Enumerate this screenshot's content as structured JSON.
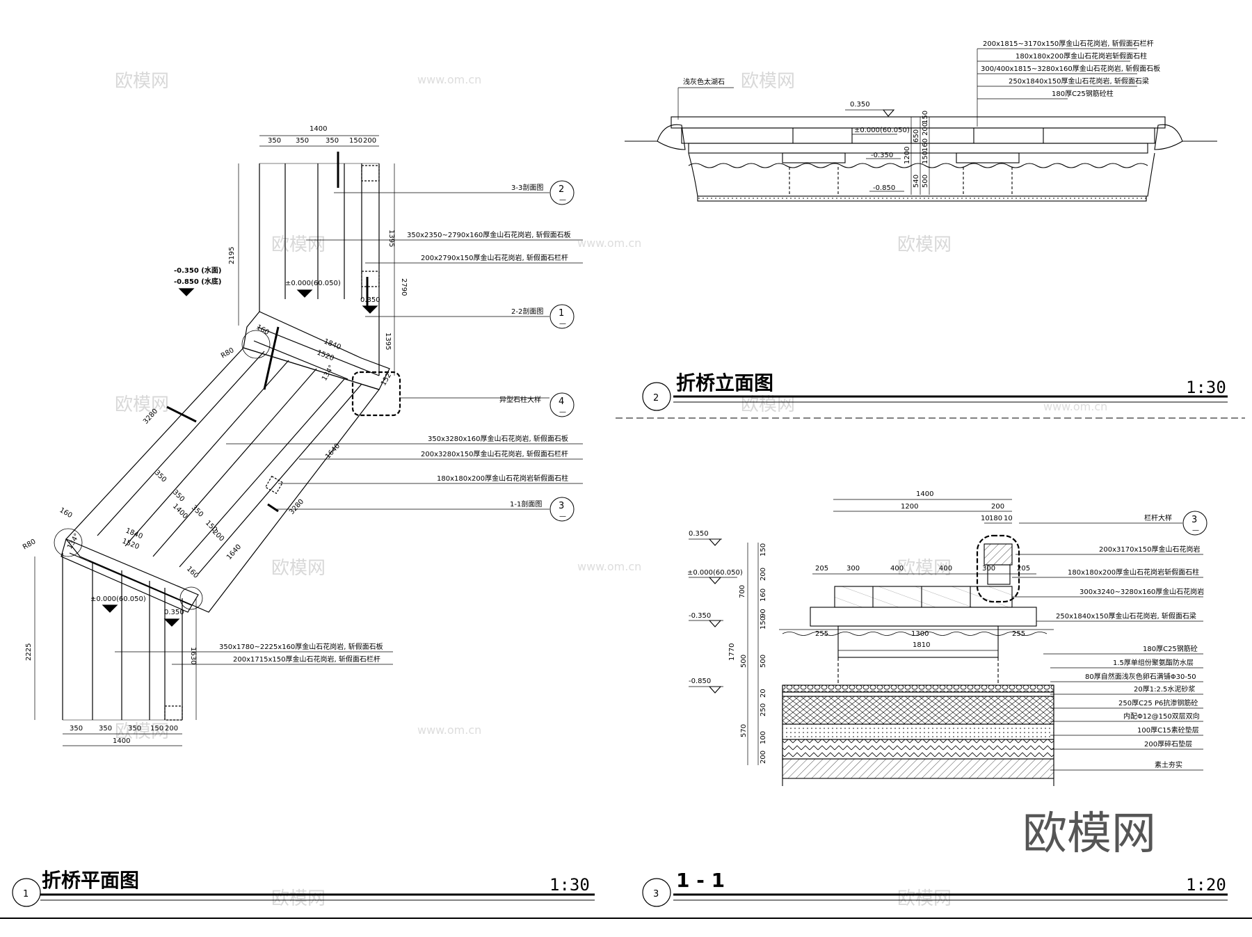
{
  "watermark": {
    "brand": "欧模网",
    "url": "www.om.cn",
    "corner_logo": "欧模网"
  },
  "plan": {
    "title": "折桥平面图",
    "scale": "1:30",
    "number": "1",
    "dims_top": {
      "total": "1400",
      "parts": [
        "350",
        "350",
        "350",
        "150",
        "200"
      ]
    },
    "dims_bottom": {
      "total": "1400",
      "parts": [
        "350",
        "350",
        "350",
        "150",
        "200"
      ]
    },
    "dims_vertical": [
      "2195",
      "1395",
      "2790",
      "1395",
      "2225",
      "1630"
    ],
    "diag_dims": [
      "160",
      "1840",
      "1520",
      "3280",
      "1640",
      "3280",
      "1640",
      "350",
      "350",
      "1400",
      "350",
      "150",
      "200",
      "160",
      "1840",
      "1520",
      "160",
      "134°",
      "134°",
      "152"
    ],
    "radii": [
      "R80",
      "R80"
    ],
    "levels": [
      "-0.350 (水面)",
      "-0.850 (水底)",
      "±0.000(60.050)",
      "0.350",
      "±0.000(60.050)",
      "0.350"
    ],
    "callouts": [
      {
        "text": "3-3剖面图",
        "num": "2",
        "sub": "—"
      },
      {
        "text": "350x2350~2790x160厚金山石花岗岩, 斩假面石板"
      },
      {
        "text": "200x2790x150厚金山石花岗岩, 斩假面石栏杆"
      },
      {
        "text": "2-2剖面图",
        "num": "1",
        "sub": "—"
      },
      {
        "text": "异型石柱大样",
        "num": "4",
        "sub": "—"
      },
      {
        "text": "350x3280x160厚金山石花岗岩, 斩假面石板"
      },
      {
        "text": "200x3280x150厚金山石花岗岩, 斩假面石栏杆"
      },
      {
        "text": "180x180x200厚金山石花岗岩斩假面石柱"
      },
      {
        "text": "1-1剖面图",
        "num": "3",
        "sub": "—"
      },
      {
        "text": "350x1780~2225x160厚金山石花岗岩, 斩假面石板"
      },
      {
        "text": "200x1715x150厚金山石花岗岩, 斩假面石栏杆"
      }
    ]
  },
  "elevation": {
    "title": "折桥立面图",
    "scale": "1:30",
    "number": "2",
    "left_label": "浅灰色太湖石",
    "levels": [
      "0.350",
      "±0.000(60.050)",
      "-0.350",
      "-0.850"
    ],
    "dims_vertical": [
      "650",
      "200",
      "150",
      "160",
      "150",
      "1200",
      "540",
      "500"
    ],
    "callouts": [
      "200x1815~3170x150厚金山石花岗岩, 斩假面石栏杆",
      "180x180x200厚金山石花岗岩斩假面石柱",
      "300/400x1815~3280x160厚金山石花岗岩, 斩假面石板",
      "250x1840x150厚金山石花岗岩, 斩假面石梁",
      "180厚C25钢筋砼柱"
    ]
  },
  "section": {
    "title": "1 - 1",
    "scale": "1:20",
    "number": "3",
    "dims_top": {
      "total": "1400",
      "a": "1200",
      "b": "200",
      "c": "10",
      "d": "180",
      "e": "10"
    },
    "dims_row": [
      "205",
      "300",
      "400",
      "400",
      "300",
      "205"
    ],
    "dims_lower": {
      "left": "255",
      "mid": "1300",
      "right": "255",
      "total": "1810"
    },
    "levels": [
      "0.350",
      "±0.000(60.050)",
      "-0.350",
      "-0.850"
    ],
    "dims_vertical": [
      "150",
      "200",
      "160",
      "90",
      "150",
      "700",
      "500",
      "1770",
      "500",
      "20",
      "250",
      "570",
      "100",
      "200"
    ],
    "callouts": [
      {
        "text": "栏杆大样",
        "num": "3",
        "sub": "—"
      },
      {
        "text": "200x3170x150厚金山石花岗岩"
      },
      {
        "text": "180x180x200厚金山石花岗岩斩假面石柱"
      },
      {
        "text": "300x3240~3280x160厚金山石花岗岩"
      },
      {
        "text": "250x1840x150厚金山石花岗岩, 斩假面石梁"
      },
      {
        "text": "180厚C25钢筋砼"
      },
      {
        "text": "1.5厚单组份聚氨酯防水层"
      },
      {
        "text": "80厚自然面浅灰色卵石满铺Φ30-50"
      },
      {
        "text": "20厚1:2.5水泥砂浆"
      },
      {
        "text": "250厚C25 P6抗渗钢筋砼"
      },
      {
        "text": "内配Φ12@150双层双向"
      },
      {
        "text": "100厚C15素砼垫层"
      },
      {
        "text": "200厚碎石垫层"
      },
      {
        "text": "素土夯实"
      }
    ]
  }
}
